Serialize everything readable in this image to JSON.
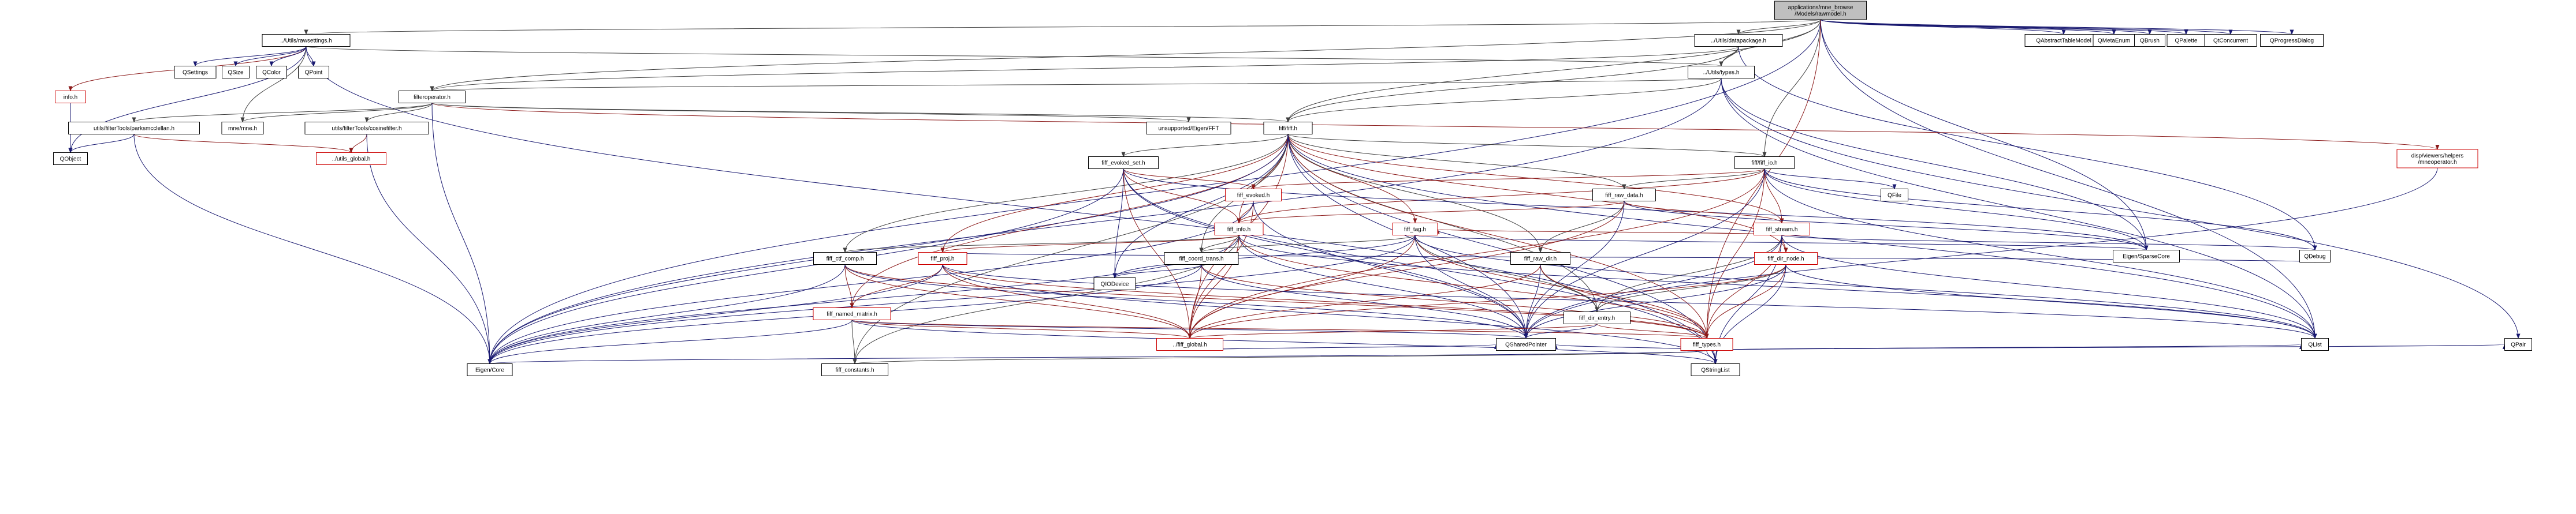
{
  "graph": {
    "colors": {
      "box_border": "#000000",
      "root_fill": "#bfbfbf",
      "node_fill": "#ffffff",
      "truncated_border": "#cc0000",
      "edge_blue": "#191970",
      "edge_red": "#8b1a1a",
      "edge_dark": "#404040"
    },
    "nodes": [
      {
        "id": "root",
        "lines": [
          "applications/mne_browse",
          "/Models/rawmodel.h"
        ],
        "style": "root"
      },
      {
        "id": "rawsettings",
        "lines": [
          "../Utils/rawsettings.h"
        ],
        "style": "normal"
      },
      {
        "id": "datapackage",
        "lines": [
          "../Utils/datapackage.h"
        ],
        "style": "normal"
      },
      {
        "id": "qabstracttablemodel",
        "lines": [
          "QAbstractTableModel"
        ],
        "style": "normal"
      },
      {
        "id": "qmetaenum",
        "lines": [
          "QMetaEnum"
        ],
        "style": "normal"
      },
      {
        "id": "qbrush",
        "lines": [
          "QBrush"
        ],
        "style": "normal"
      },
      {
        "id": "qpalette",
        "lines": [
          "QPalette"
        ],
        "style": "normal"
      },
      {
        "id": "qtconcurrent",
        "lines": [
          "QtConcurrent"
        ],
        "style": "normal"
      },
      {
        "id": "qprogressdialog",
        "lines": [
          "QProgressDialog"
        ],
        "style": "normal"
      },
      {
        "id": "info_h",
        "lines": [
          "info.h"
        ],
        "style": "truncated"
      },
      {
        "id": "qsettings",
        "lines": [
          "QSettings"
        ],
        "style": "normal"
      },
      {
        "id": "qsize",
        "lines": [
          "QSize"
        ],
        "style": "normal"
      },
      {
        "id": "qcolor",
        "lines": [
          "QColor"
        ],
        "style": "normal"
      },
      {
        "id": "qpoint",
        "lines": [
          "QPoint"
        ],
        "style": "normal"
      },
      {
        "id": "utils_types",
        "lines": [
          "../Utils/types.h"
        ],
        "style": "normal"
      },
      {
        "id": "filteroperator",
        "lines": [
          "filteroperator.h"
        ],
        "style": "normal"
      },
      {
        "id": "mne_h",
        "lines": [
          "mne/mne.h"
        ],
        "style": "normal"
      },
      {
        "id": "cosinefilter",
        "lines": [
          "utils/filterTools/cosinefilter.h"
        ],
        "style": "normal"
      },
      {
        "id": "unsupported_fft",
        "lines": [
          "unsupported/Eigen/FFT"
        ],
        "style": "normal"
      },
      {
        "id": "fiff_h",
        "lines": [
          "fiff/fiff.h"
        ],
        "style": "normal"
      },
      {
        "id": "parksmcclellan",
        "lines": [
          "utils/filterTools/parksmcclellan.h"
        ],
        "style": "normal"
      },
      {
        "id": "utils_global",
        "lines": [
          "../utils_global.h"
        ],
        "style": "truncated"
      },
      {
        "id": "qobject",
        "lines": [
          "QObject"
        ],
        "style": "normal"
      },
      {
        "id": "mneoperator",
        "lines": [
          "disp/viewers/helpers",
          "/mneoperator.h"
        ],
        "style": "truncated"
      },
      {
        "id": "fiff_io",
        "lines": [
          "fiff/fiff_io.h"
        ],
        "style": "normal"
      },
      {
        "id": "fiff_evoked_set",
        "lines": [
          "fiff_evoked_set.h"
        ],
        "style": "normal"
      },
      {
        "id": "fiff_evoked",
        "lines": [
          "fiff_evoked.h"
        ],
        "style": "truncated"
      },
      {
        "id": "qfile",
        "lines": [
          "QFile"
        ],
        "style": "normal"
      },
      {
        "id": "fiff_raw_data",
        "lines": [
          "fiff_raw_data.h"
        ],
        "style": "normal"
      },
      {
        "id": "fiff_info",
        "lines": [
          "fiff_info.h"
        ],
        "style": "truncated"
      },
      {
        "id": "fiff_tag",
        "lines": [
          "fiff_tag.h"
        ],
        "style": "truncated"
      },
      {
        "id": "fiff_stream",
        "lines": [
          "fiff_stream.h"
        ],
        "style": "truncated"
      },
      {
        "id": "eigen_sparsecore",
        "lines": [
          "Eigen/SparseCore"
        ],
        "style": "normal"
      },
      {
        "id": "qdebug",
        "lines": [
          "QDebug"
        ],
        "style": "normal"
      },
      {
        "id": "fiff_ctf_comp",
        "lines": [
          "fiff_ctf_comp.h"
        ],
        "style": "normal"
      },
      {
        "id": "fiff_proj",
        "lines": [
          "fiff_proj.h"
        ],
        "style": "truncated"
      },
      {
        "id": "fiff_coord_trans",
        "lines": [
          "fiff_coord_trans.h"
        ],
        "style": "normal"
      },
      {
        "id": "fiff_raw_dir",
        "lines": [
          "fiff_raw_dir.h"
        ],
        "style": "normal"
      },
      {
        "id": "fiff_dir_node",
        "lines": [
          "fiff_dir_node.h"
        ],
        "style": "truncated"
      },
      {
        "id": "qiodevice",
        "lines": [
          "QIODevice"
        ],
        "style": "normal"
      },
      {
        "id": "fiff_named_matrix",
        "lines": [
          "fiff_named_matrix.h"
        ],
        "style": "truncated"
      },
      {
        "id": "fiff_dir_entry",
        "lines": [
          "fiff_dir_entry.h"
        ],
        "style": "normal"
      },
      {
        "id": "fiff_global",
        "lines": [
          "../fiff_global.h"
        ],
        "style": "truncated"
      },
      {
        "id": "qsharedpointer",
        "lines": [
          "QSharedPointer"
        ],
        "style": "normal"
      },
      {
        "id": "fiff_types",
        "lines": [
          "fiff_types.h"
        ],
        "style": "truncated"
      },
      {
        "id": "qlist",
        "lines": [
          "QList"
        ],
        "style": "normal"
      },
      {
        "id": "qpair",
        "lines": [
          "QPair"
        ],
        "style": "normal"
      },
      {
        "id": "eigen_core",
        "lines": [
          "Eigen/Core"
        ],
        "style": "normal"
      },
      {
        "id": "fiff_constants",
        "lines": [
          "fiff_constants.h"
        ],
        "style": "normal"
      },
      {
        "id": "qstringlist",
        "lines": [
          "QStringList"
        ],
        "style": "normal"
      }
    ],
    "edges": [
      [
        "root",
        "rawsettings"
      ],
      [
        "root",
        "datapackage"
      ],
      [
        "root",
        "qabstracttablemodel"
      ],
      [
        "root",
        "qmetaenum"
      ],
      [
        "root",
        "qbrush"
      ],
      [
        "root",
        "qpalette"
      ],
      [
        "root",
        "qtconcurrent"
      ],
      [
        "root",
        "qprogressdialog"
      ],
      [
        "root",
        "utils_types"
      ],
      [
        "root",
        "filteroperator"
      ],
      [
        "root",
        "fiff_h"
      ],
      [
        "root",
        "fiff_io"
      ],
      [
        "root",
        "eigen_core"
      ],
      [
        "root",
        "eigen_sparsecore"
      ],
      [
        "root",
        "qlist"
      ],
      [
        "root",
        "fiff_types"
      ],
      [
        "rawsettings",
        "info_h"
      ],
      [
        "rawsettings",
        "qsettings"
      ],
      [
        "rawsettings",
        "qsize"
      ],
      [
        "rawsettings",
        "qcolor"
      ],
      [
        "rawsettings",
        "qpoint"
      ],
      [
        "rawsettings",
        "utils_types"
      ],
      [
        "rawsettings",
        "qobject"
      ],
      [
        "rawsettings",
        "mne_h"
      ],
      [
        "rawsettings",
        "qstringlist"
      ],
      [
        "info_h",
        "qobject"
      ],
      [
        "datapackage",
        "utils_types"
      ],
      [
        "datapackage",
        "filteroperator"
      ],
      [
        "datapackage",
        "qdebug"
      ],
      [
        "datapackage",
        "fiff_h"
      ],
      [
        "utils_types",
        "filteroperator"
      ],
      [
        "utils_types",
        "fiff_h"
      ],
      [
        "utils_types",
        "eigen_sparsecore"
      ],
      [
        "utils_types",
        "qlist"
      ],
      [
        "utils_types",
        "eigen_core"
      ],
      [
        "utils_types",
        "qpair"
      ],
      [
        "filteroperator",
        "mne_h"
      ],
      [
        "filteroperator",
        "cosinefilter"
      ],
      [
        "filteroperator",
        "unsupported_fft"
      ],
      [
        "filteroperator",
        "fiff_h"
      ],
      [
        "filteroperator",
        "parksmcclellan"
      ],
      [
        "filteroperator",
        "mneoperator"
      ],
      [
        "filteroperator",
        "eigen_core"
      ],
      [
        "cosinefilter",
        "utils_global"
      ],
      [
        "cosinefilter",
        "eigen_core"
      ],
      [
        "parksmcclellan",
        "utils_global"
      ],
      [
        "parksmcclellan",
        "qobject"
      ],
      [
        "parksmcclellan",
        "eigen_core"
      ],
      [
        "mneoperator",
        "qsharedpointer"
      ],
      [
        "fiff_h",
        "fiff_evoked_set"
      ],
      [
        "fiff_h",
        "fiff_info"
      ],
      [
        "fiff_h",
        "fiff_tag"
      ],
      [
        "fiff_h",
        "fiff_raw_data"
      ],
      [
        "fiff_h",
        "fiff_stream"
      ],
      [
        "fiff_h",
        "fiff_ctf_comp"
      ],
      [
        "fiff_h",
        "fiff_proj"
      ],
      [
        "fiff_h",
        "fiff_coord_trans"
      ],
      [
        "fiff_h",
        "fiff_raw_dir"
      ],
      [
        "fiff_h",
        "fiff_dir_node"
      ],
      [
        "fiff_h",
        "fiff_named_matrix"
      ],
      [
        "fiff_h",
        "fiff_dir_entry"
      ],
      [
        "fiff_h",
        "fiff_global"
      ],
      [
        "fiff_h",
        "fiff_types"
      ],
      [
        "fiff_h",
        "fiff_constants"
      ],
      [
        "fiff_h",
        "eigen_core"
      ],
      [
        "fiff_h",
        "qlist"
      ],
      [
        "fiff_h",
        "qstringlist"
      ],
      [
        "fiff_h",
        "qsharedpointer"
      ],
      [
        "fiff_h",
        "qiodevice"
      ],
      [
        "fiff_h",
        "fiff_io"
      ],
      [
        "fiff_io",
        "fiff_evoked"
      ],
      [
        "fiff_io",
        "fiff_raw_data"
      ],
      [
        "fiff_io",
        "fiff_stream"
      ],
      [
        "fiff_io",
        "qfile"
      ],
      [
        "fiff_io",
        "qdebug"
      ],
      [
        "fiff_io",
        "qlist"
      ],
      [
        "fiff_io",
        "fiff_info"
      ],
      [
        "fiff_io",
        "fiff_global"
      ],
      [
        "fiff_io",
        "fiff_types"
      ],
      [
        "fiff_io",
        "qsharedpointer"
      ],
      [
        "fiff_io",
        "eigen_sparsecore"
      ],
      [
        "fiff_evoked_set",
        "fiff_evoked"
      ],
      [
        "fiff_evoked_set",
        "fiff_info"
      ],
      [
        "fiff_evoked_set",
        "qiodevice"
      ],
      [
        "fiff_evoked_set",
        "qsharedpointer"
      ],
      [
        "fiff_evoked_set",
        "qstringlist"
      ],
      [
        "fiff_evoked_set",
        "fiff_global"
      ],
      [
        "fiff_evoked_set",
        "eigen_sparsecore"
      ],
      [
        "fiff_evoked_set",
        "eigen_core"
      ],
      [
        "fiff_evoked",
        "fiff_info"
      ],
      [
        "fiff_evoked",
        "fiff_global"
      ],
      [
        "fiff_evoked",
        "qsharedpointer"
      ],
      [
        "fiff_evoked",
        "eigen_core"
      ],
      [
        "fiff_raw_data",
        "fiff_info"
      ],
      [
        "fiff_raw_data",
        "fiff_raw_dir"
      ],
      [
        "fiff_raw_data",
        "fiff_stream"
      ],
      [
        "fiff_raw_data",
        "fiff_global"
      ],
      [
        "fiff_raw_data",
        "eigen_sparsecore"
      ],
      [
        "fiff_raw_data",
        "qsharedpointer"
      ],
      [
        "fiff_info",
        "fiff_global"
      ],
      [
        "fiff_info",
        "fiff_types"
      ],
      [
        "fiff_info",
        "fiff_ctf_comp"
      ],
      [
        "fiff_info",
        "fiff_proj"
      ],
      [
        "fiff_info",
        "fiff_coord_trans"
      ],
      [
        "fiff_info",
        "qsharedpointer"
      ],
      [
        "fiff_info",
        "eigen_core"
      ],
      [
        "fiff_info",
        "qlist"
      ],
      [
        "fiff_info",
        "fiff_constants"
      ],
      [
        "fiff_tag",
        "fiff_global"
      ],
      [
        "fiff_tag",
        "fiff_types"
      ],
      [
        "fiff_tag",
        "fiff_coord_trans"
      ],
      [
        "fiff_tag",
        "fiff_dir_entry"
      ],
      [
        "fiff_tag",
        "qsharedpointer"
      ],
      [
        "fiff_tag",
        "qlist"
      ],
      [
        "fiff_tag",
        "eigen_sparsecore"
      ],
      [
        "fiff_tag",
        "qiodevice"
      ],
      [
        "fiff_tag",
        "eigen_core"
      ],
      [
        "fiff_stream",
        "fiff_dir_node"
      ],
      [
        "fiff_stream",
        "fiff_tag"
      ],
      [
        "fiff_stream",
        "fiff_dir_entry"
      ],
      [
        "fiff_stream",
        "fiff_types"
      ],
      [
        "fiff_stream",
        "qdebug"
      ],
      [
        "fiff_stream",
        "qlist"
      ],
      [
        "fiff_stream",
        "qstringlist"
      ],
      [
        "fiff_stream",
        "qsharedpointer"
      ],
      [
        "fiff_ctf_comp",
        "fiff_named_matrix"
      ],
      [
        "fiff_ctf_comp",
        "fiff_global"
      ],
      [
        "fiff_ctf_comp",
        "fiff_types"
      ],
      [
        "fiff_ctf_comp",
        "eigen_core"
      ],
      [
        "fiff_ctf_comp",
        "qsharedpointer"
      ],
      [
        "fiff_proj",
        "fiff_named_matrix"
      ],
      [
        "fiff_proj",
        "fiff_global"
      ],
      [
        "fiff_proj",
        "fiff_types"
      ],
      [
        "fiff_proj",
        "qdebug"
      ],
      [
        "fiff_proj",
        "qlist"
      ],
      [
        "fiff_proj",
        "qstringlist"
      ],
      [
        "fiff_proj",
        "eigen_core"
      ],
      [
        "fiff_coord_trans",
        "fiff_global"
      ],
      [
        "fiff_coord_trans",
        "fiff_types"
      ],
      [
        "fiff_coord_trans",
        "qiodevice"
      ],
      [
        "fiff_coord_trans",
        "qsharedpointer"
      ],
      [
        "fiff_coord_trans",
        "eigen_core"
      ],
      [
        "fiff_raw_dir",
        "fiff_dir_entry"
      ],
      [
        "fiff_raw_dir",
        "fiff_global"
      ],
      [
        "fiff_raw_dir",
        "fiff_types"
      ],
      [
        "fiff_raw_dir",
        "qsharedpointer"
      ],
      [
        "fiff_dir_node",
        "fiff_dir_entry"
      ],
      [
        "fiff_dir_node",
        "fiff_global"
      ],
      [
        "fiff_dir_node",
        "fiff_types"
      ],
      [
        "fiff_dir_node",
        "qlist"
      ],
      [
        "fiff_dir_node",
        "qsharedpointer"
      ],
      [
        "fiff_dir_node",
        "qstringlist"
      ],
      [
        "fiff_named_matrix",
        "fiff_global"
      ],
      [
        "fiff_named_matrix",
        "fiff_types"
      ],
      [
        "fiff_named_matrix",
        "qstringlist"
      ],
      [
        "fiff_named_matrix",
        "eigen_core"
      ],
      [
        "fiff_named_matrix",
        "qsharedpointer"
      ],
      [
        "fiff_named_matrix",
        "fiff_constants"
      ],
      [
        "fiff_dir_entry",
        "fiff_global"
      ],
      [
        "fiff_dir_entry",
        "fiff_types"
      ],
      [
        "fiff_dir_entry",
        "qsharedpointer"
      ],
      [
        "fiff_types",
        "fiff_constants"
      ],
      [
        "fiff_types",
        "qlist"
      ],
      [
        "fiff_types",
        "qpair"
      ],
      [
        "fiff_types",
        "qstringlist"
      ],
      [
        "fiff_types",
        "eigen_core"
      ],
      [
        "fiff_types",
        "qsharedpointer"
      ],
      [
        "fiff_global",
        "qsharedpointer"
      ]
    ]
  }
}
